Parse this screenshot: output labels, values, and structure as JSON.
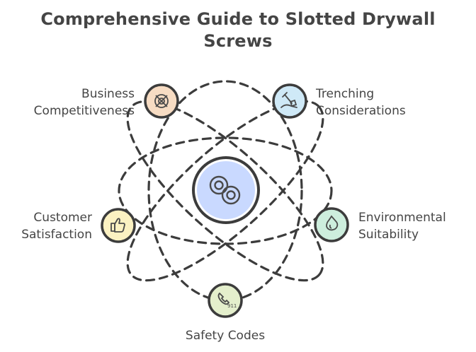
{
  "title": {
    "line1": "Comprehensive Guide to Slotted Drywall",
    "line2": "Screws"
  },
  "center": {
    "icon": "screws-icon",
    "color": "#c9d9ff"
  },
  "nodes": [
    {
      "id": "business",
      "line1": "Business",
      "line2": "Competitiveness",
      "icon": "target-icon",
      "color": "#f7dcc3"
    },
    {
      "id": "trenching",
      "line1": "Trenching",
      "line2": "Considerations",
      "icon": "shovel-icon",
      "color": "#cfe9f7"
    },
    {
      "id": "customer",
      "line1": "Customer",
      "line2": "Satisfaction",
      "icon": "thumbs-up-icon",
      "color": "#fbf1c2"
    },
    {
      "id": "environmental",
      "line1": "Environmental",
      "line2": "Suitability",
      "icon": "drop-icon",
      "color": "#cdeedd"
    },
    {
      "id": "safety",
      "line1": "Safety Codes",
      "icon": "phone-911-icon",
      "color": "#e4efcc"
    }
  ]
}
